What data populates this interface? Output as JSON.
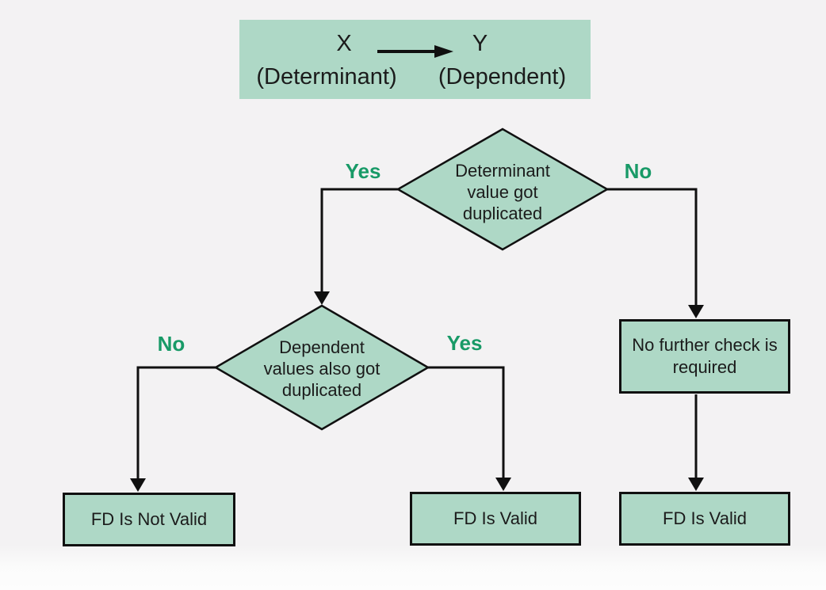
{
  "colors": {
    "canvas": "#f3f2f3",
    "shape_fill": "#aed8c6",
    "shape_border": "#101010",
    "line_color": "#101010",
    "label_green": "#189a67",
    "text_color": "#1b1b1b"
  },
  "notation": {
    "determinant_symbol": "X",
    "dependent_symbol": "Y",
    "determinant_caption": "(Determinant)",
    "dependent_caption": "(Dependent)",
    "arrow_icon": "right-arrow"
  },
  "nodes": {
    "decision_determinant": {
      "text": "Determinant value got duplicated",
      "lines": [
        "Determinant",
        "value got",
        "duplicated"
      ]
    },
    "decision_dependent": {
      "text": "Dependent values also got duplicated",
      "lines": [
        "Dependent",
        "values also got",
        "duplicated"
      ]
    },
    "process_no_check": {
      "text": "No further check is required",
      "lines": [
        "No further check is",
        "required"
      ]
    },
    "result_fd_not_valid": {
      "label": "FD Is Not Valid"
    },
    "result_fd_valid_center": {
      "label": "FD Is Valid"
    },
    "result_fd_valid_right": {
      "label": "FD Is Valid"
    }
  },
  "edge_labels": {
    "d1_yes": "Yes",
    "d1_no": "No",
    "d2_no": "No",
    "d2_yes": "Yes"
  }
}
